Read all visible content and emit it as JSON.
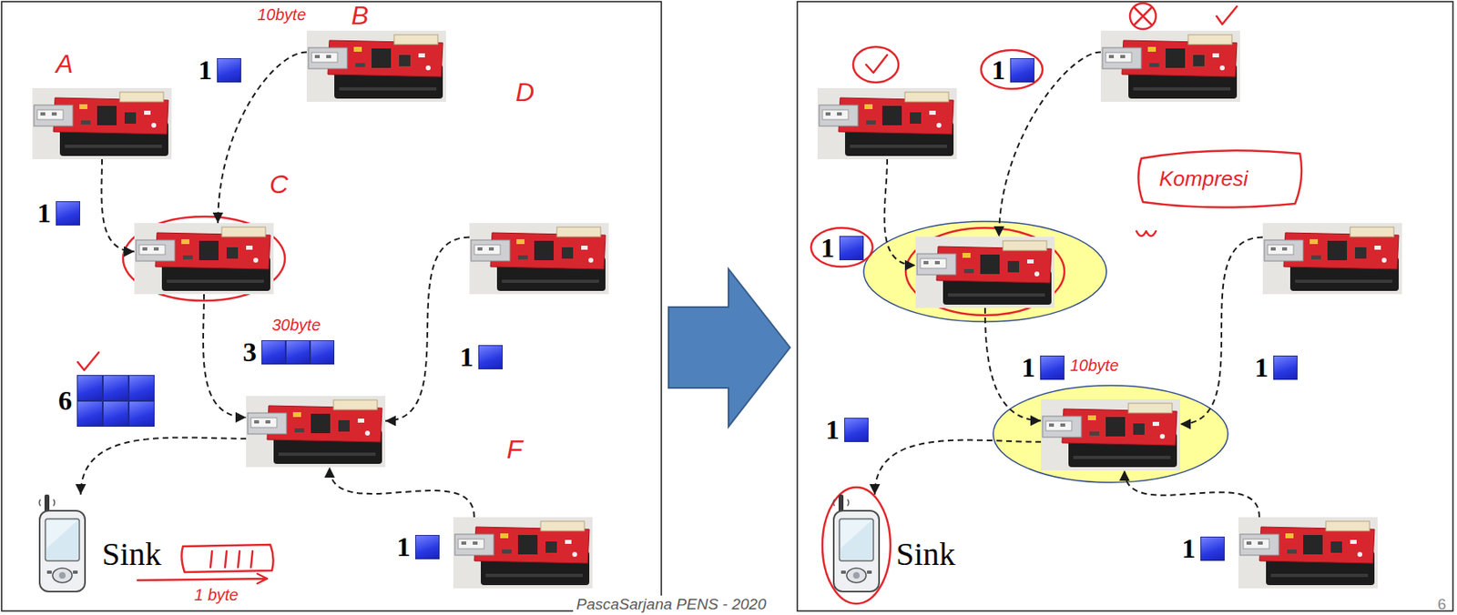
{
  "diagram": {
    "nodes": [
      {
        "text": [
          "A"
        ]
      },
      {
        "text": [
          "B"
        ]
      },
      {
        "text": [
          "C"
        ]
      },
      {
        "text": [
          "D"
        ]
      },
      {
        "text": []
      },
      {
        "text": [
          "F"
        ]
      },
      {
        "text": [
          "Sink"
        ]
      },
      {
        "text": []
      },
      {
        "text": []
      },
      {
        "text": []
      },
      {
        "text": []
      },
      {
        "text": []
      },
      {
        "text": []
      },
      {
        "text": [
          "Sink"
        ]
      }
    ],
    "edges": [
      {
        "from": 0,
        "to": 2,
        "label": "1",
        "arrow": "to"
      },
      {
        "from": 1,
        "to": 2,
        "label": "1",
        "arrow": "to"
      },
      {
        "from": 2,
        "to": 4,
        "label": "3",
        "arrow": "to"
      },
      {
        "from": 3,
        "to": 4,
        "label": "1",
        "arrow": "to"
      },
      {
        "from": 5,
        "to": 4,
        "label": "1",
        "arrow": "to"
      },
      {
        "from": 4,
        "to": 6,
        "label": "6",
        "arrow": "to"
      },
      {
        "from": 7,
        "to": 9,
        "label": "1",
        "arrow": "to"
      },
      {
        "from": 8,
        "to": 9,
        "label": "1",
        "arrow": "to"
      },
      {
        "from": 9,
        "to": 11,
        "label": "1",
        "arrow": "to"
      },
      {
        "from": 10,
        "to": 11,
        "label": "1",
        "arrow": "to"
      },
      {
        "from": 12,
        "to": 11,
        "label": "1",
        "arrow": "to"
      },
      {
        "from": 11,
        "to": 13,
        "label": "1",
        "arrow": "to"
      }
    ],
    "labels": [
      "10byte",
      "30byte",
      "1 byte",
      "Kompresi",
      "10byte",
      "PascaSarjana PENS - 2020",
      "6"
    ]
  }
}
